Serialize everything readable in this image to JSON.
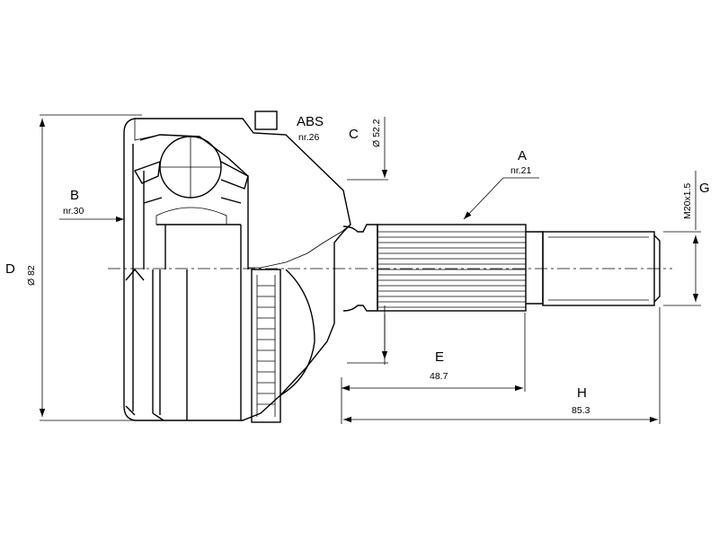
{
  "labels": {
    "abs": {
      "letter": "ABS",
      "note": "nr.26"
    },
    "a": {
      "letter": "A",
      "note": "nr.21"
    },
    "b": {
      "letter": "B",
      "note": "nr.30"
    },
    "c": {
      "letter": "C",
      "note": "Ø 52.2"
    },
    "d": {
      "letter": "D",
      "note": "Ø 82"
    },
    "e": {
      "letter": "E",
      "note": "48.7"
    },
    "g": {
      "letter": "G",
      "note": "M20x1.5"
    },
    "h": {
      "letter": "H",
      "note": "85.3"
    }
  }
}
